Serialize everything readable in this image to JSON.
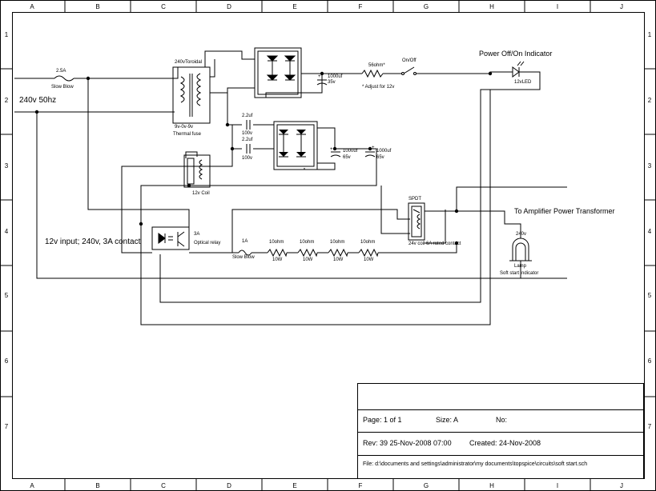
{
  "border": {
    "cols": [
      "A",
      "B",
      "C",
      "D",
      "E",
      "F",
      "G",
      "H",
      "I",
      "J"
    ],
    "rows": [
      "1",
      "2",
      "3",
      "4",
      "5",
      "6",
      "7"
    ]
  },
  "labels": {
    "mains": "240v 50hz",
    "fuse1_rating": "2.5A",
    "fuse1_type": "Slow Blow",
    "toroidal": "240vToroidal",
    "tx_secondary": "9v-0v-9v",
    "thermal_fuse": "Thermal fuse",
    "coil12": "12v Coil",
    "cap1_value": "2.2uf",
    "cap1_volt": "100v",
    "cap2_value": "2.2uf",
    "cap2_volt": "100v",
    "c1000_a_value": "1000uf",
    "c1000_a_volt": "35v",
    "c1000_b_value": "1000uf",
    "c1000_b_volt": "65v",
    "c1000_c_value": "1000uf",
    "c1000_c_volt": "65v",
    "res56": "56ohm*",
    "adjust_note": "* Adjust for 12v",
    "switch": "On/Off",
    "indicator_title": "Power Off/On Indicator",
    "led": "12vLED",
    "spdt": "SPDT",
    "coil24": "24v coil 6A rated contact",
    "amp_tx": "To Amplifier Power Transformer",
    "relay_input": "12v input; 240v, 3A contact",
    "relay_rating": "3A",
    "relay_name": "Optical relay",
    "fuse2_rating": "1A",
    "fuse2_type": "Slow Blow",
    "r1_value": "10ohm",
    "r1_watt": "10W",
    "r2_value": "10ohm",
    "r2_watt": "10W",
    "r3_value": "10ohm",
    "r3_watt": "10W",
    "r4_value": "10ohm",
    "r4_watt": "10W",
    "lamp_volt": "240v",
    "lamp": "Lamp",
    "lamp_desc": "Soft start indicator"
  },
  "titleblock": {
    "page": "Page: 1 of 1",
    "size": "Size: A",
    "no": "No:",
    "rev": "Rev: 39  25-Nov-2008 07:00",
    "created": "Created: 24-Nov-2008",
    "file": "File: d:\\documents and settings\\administrator\\my documents\\topspice\\circuits\\soft start.sch"
  }
}
